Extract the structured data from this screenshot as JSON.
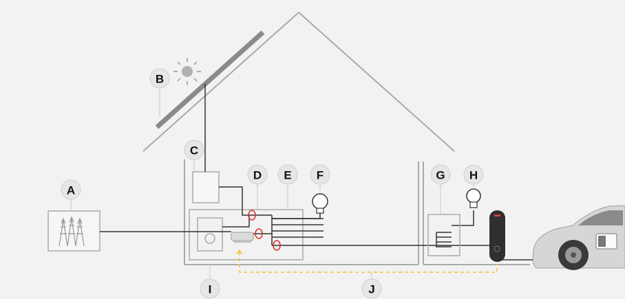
{
  "labels": {
    "A": "A",
    "B": "B",
    "C": "C",
    "D": "D",
    "E": "E",
    "F": "F",
    "G": "G",
    "H": "H",
    "I": "I",
    "J": "J"
  },
  "colors": {
    "background": "#f2f2f2",
    "structure": "#a9a9a9",
    "wiring": "#333333",
    "measurement_ring": "#e0322a",
    "data_link": "#f2c230",
    "label_bubble": "#e6e6e6"
  }
}
